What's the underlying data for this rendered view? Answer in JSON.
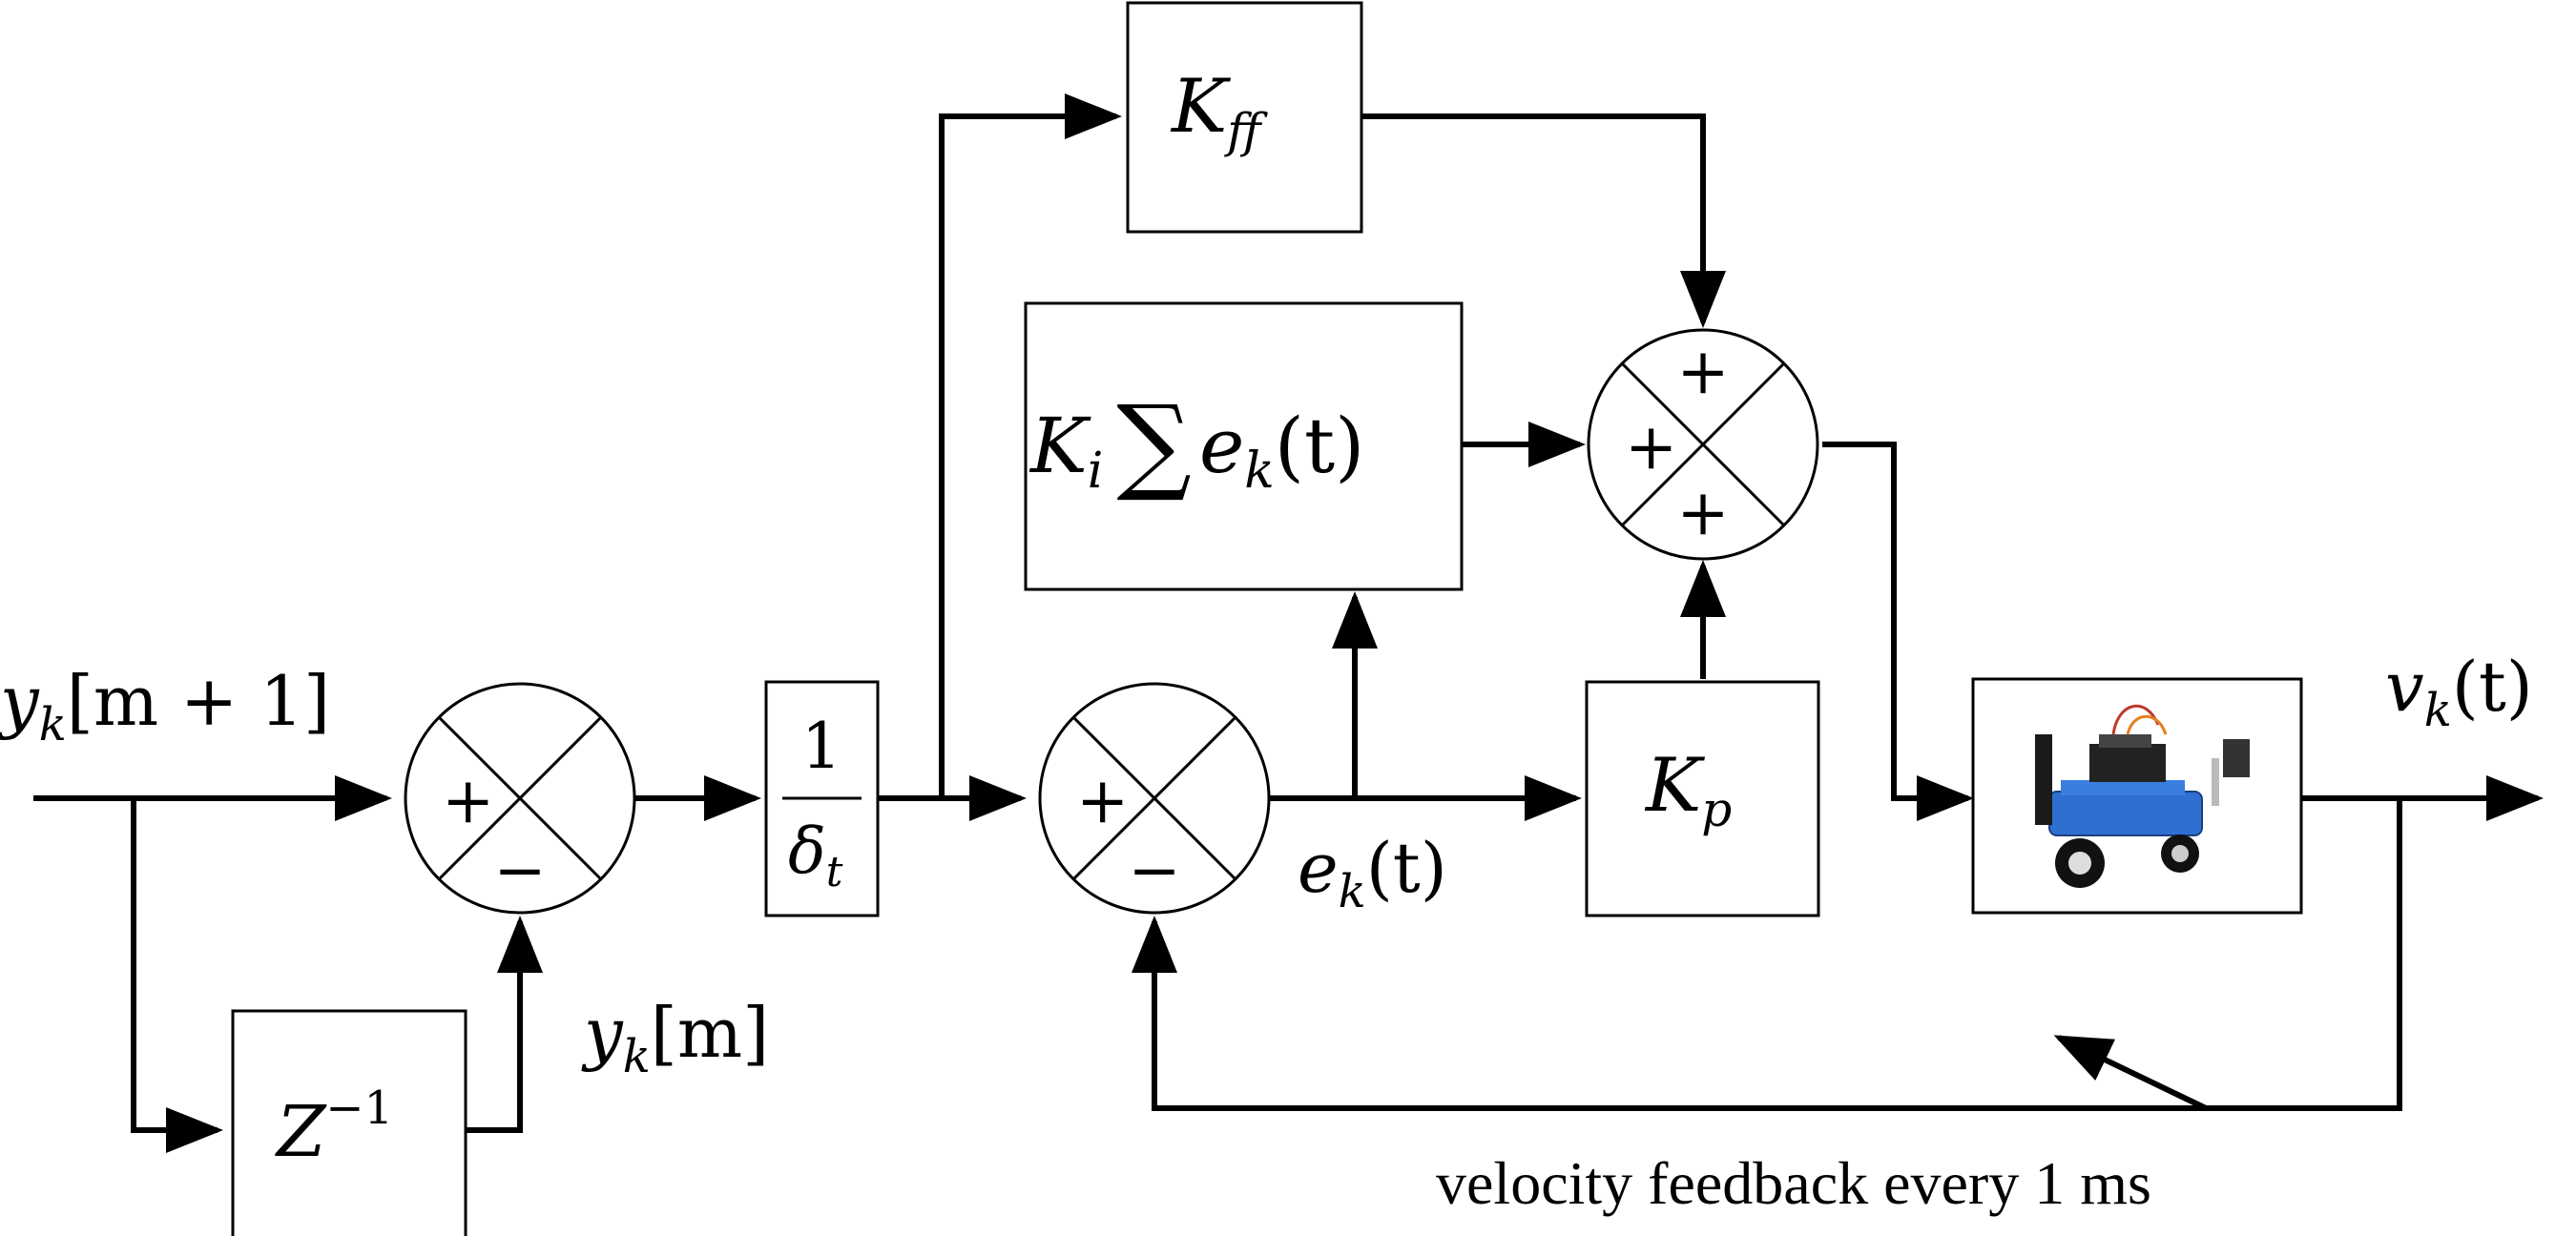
{
  "signals": {
    "input": {
      "var": "y",
      "sub": "k",
      "arg": "[m + 1]"
    },
    "delayed": {
      "var": "y",
      "sub": "k",
      "arg": "[m]"
    },
    "error": {
      "var": "e",
      "sub": "k",
      "arg": "(t)"
    },
    "output": {
      "var": "v",
      "sub": "k",
      "arg": "(t)"
    }
  },
  "blocks": {
    "delay": {
      "base": "Z",
      "sup": "−1"
    },
    "derivative": {
      "num": "1",
      "den": "δ",
      "den_sub": "t"
    },
    "feedforward": {
      "base": "K",
      "sub": "ff"
    },
    "integral": {
      "base": "K",
      "sub": "i",
      "sum": "∑",
      "term": "e",
      "term_sub": "k",
      "term_arg": "(t)"
    },
    "proportional": {
      "base": "K",
      "sub": "p"
    }
  },
  "summers": {
    "sum1": {
      "left": "+",
      "bottom": "−"
    },
    "sum2": {
      "left": "+",
      "bottom": "−"
    },
    "sum3": {
      "top": "+",
      "left": "+",
      "bottom": "+"
    }
  },
  "annotation": {
    "feedback": "velocity feedback every 1 ms"
  },
  "plant": {
    "image": "robot-car-photo"
  }
}
